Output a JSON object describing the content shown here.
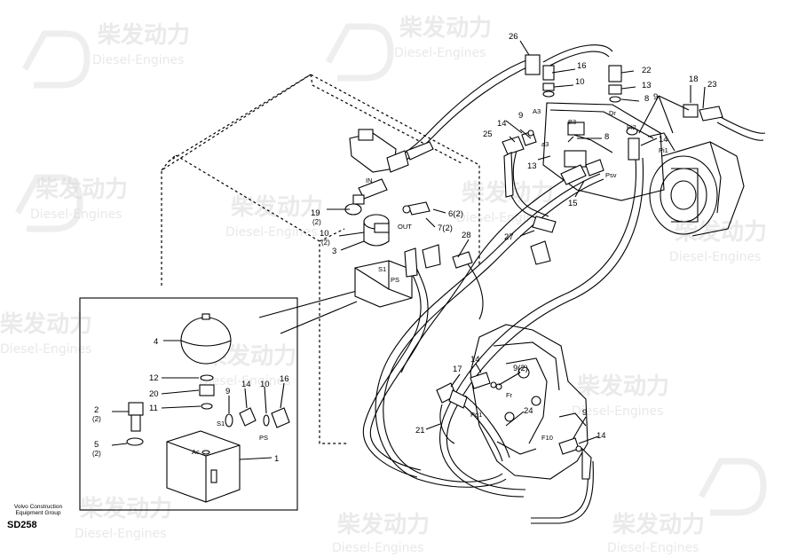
{
  "footer": {
    "company_line1": "Volvo Construction",
    "company_line2": "Equipment Group",
    "diagram_code": "SD258"
  },
  "watermark": {
    "brand_cn": "柴发动力",
    "brand_en": "Diesel-Engines"
  },
  "callouts": {
    "c1": "1",
    "c2": "2",
    "c2q": "(2)",
    "c3": "3",
    "c4": "4",
    "c5": "5",
    "c5q": "(2)",
    "c6": "6(2)",
    "c7": "7(2)",
    "c8a": "8",
    "c8b": "8",
    "c9a": "9",
    "c9b": "9",
    "c9c": "9",
    "c9d": "9(2)",
    "c9e": "9",
    "c10a": "10",
    "c10b": "10",
    "c10q": "(2)",
    "c10c": "10",
    "c11": "11",
    "c12": "12",
    "c13a": "13",
    "c13b": "13",
    "c14a": "14",
    "c14b": "14",
    "c14c": "14",
    "c14d": "14",
    "c14e": "14",
    "c15": "15",
    "c16a": "16",
    "c16b": "16",
    "c17": "17",
    "c18": "18",
    "c19": "19",
    "c19q": "(2)",
    "c20": "20",
    "c21": "21",
    "c22": "22",
    "c23": "23",
    "c24": "24",
    "c25": "25",
    "c26": "26",
    "c27": "27",
    "c28": "28"
  },
  "ports": {
    "a3": "A3",
    "dr": "Dr",
    "b3": "B3",
    "a3b": "a3",
    "pi2": "Pi2",
    "pi1": "Pi1",
    "psv": "Psv",
    "in": "IN",
    "out": "OUT",
    "s1": "S1",
    "ps": "PS",
    "ac": "Ac",
    "s1b": "S1",
    "psb": "PS",
    "fr": "Fr",
    "pg1": "Pg1",
    "f10": "F10"
  }
}
